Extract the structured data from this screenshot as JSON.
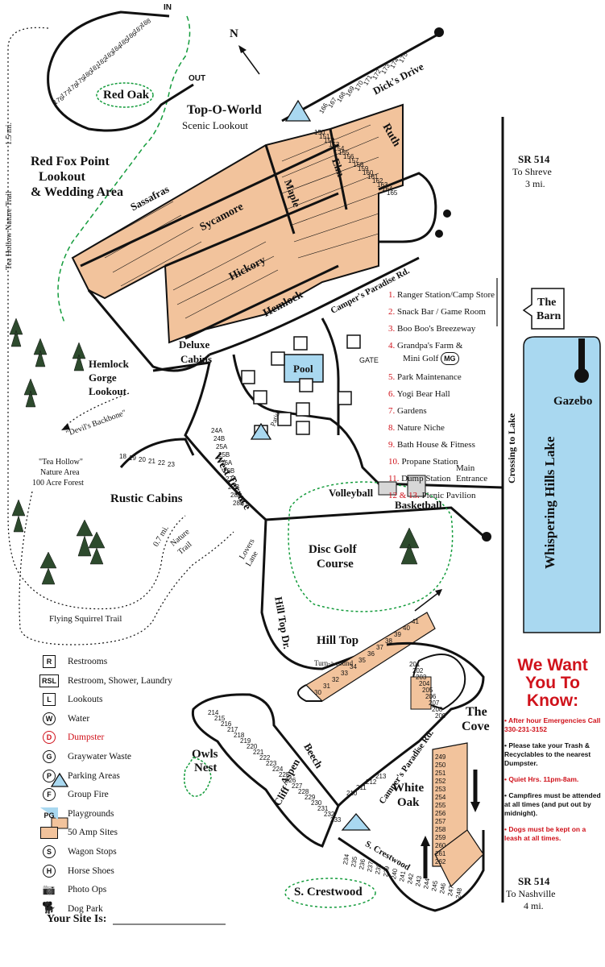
{
  "colors": {
    "sites": "#f2c39c",
    "lake": "#a9d8f0",
    "dumpster": "#d0121b",
    "trail": "#149c3c",
    "road": "#111111"
  },
  "labels": {
    "red_oak": "Red Oak",
    "top_o_world_1": "Top-O-World",
    "top_o_world_2": "Scenic Lookout",
    "red_fox_1": "Red Fox Point",
    "red_fox_2": "Lookout",
    "red_fox_3": "& Wedding Area",
    "tea_hollow_trail": "Tea Hollow Nature Trail",
    "trail_distance": "1.5 mi.",
    "sassafras": "Sassafras",
    "sycamore": "Sycamore",
    "hickory": "Hickory",
    "hemlock": "Hemlock",
    "maple": "Maple",
    "elm": "Elm",
    "ruth": "Ruth",
    "dicks_drive": "Dick's Drive",
    "campers_paradise": "Camper's Paradise Rd.",
    "campers_paradise_2": "Camper's Paradise Rd.",
    "deluxe_cabins_1": "Deluxe",
    "deluxe_cabins_2": "Cabins",
    "hemlock_gorge_1": "Hemlock",
    "hemlock_gorge_2": "Gorge",
    "hemlock_gorge_3": "Lookout",
    "devils_backbone": "\"Devil's Backbone\"",
    "tea_hollow_area_1": "\"Tea Hollow\"",
    "tea_hollow_area_2": "Nature Area",
    "tea_hollow_area_3": "100 Acre Forest",
    "rustic_cabins": "Rustic Cabins",
    "west_terrace": "West Terrace",
    "pool": "Pool",
    "gate": "GATE",
    "patio": "Patio",
    "volleyball": "Volleyball",
    "basketball": "Basketball",
    "main_entrance_1": "Main",
    "main_entrance_2": "Entrance",
    "crossing_to_lake": "Crossing to Lake",
    "whispering_hills_lake": "Whispering Hills Lake",
    "gazebo": "Gazebo",
    "the_barn_1": "The",
    "the_barn_2": "Barn",
    "sr514_north_1": "SR 514",
    "sr514_north_2": "To Shreve",
    "sr514_north_3": "3 mi.",
    "sr514_south_1": "SR 514",
    "sr514_south_2": "To Nashville",
    "sr514_south_3": "4 mi.",
    "disc_golf_1": "Disc Golf",
    "disc_golf_2": "Course",
    "lovers_lane_1": "Lovers",
    "lovers_lane_2": "Lane",
    "hill_top_dr": "Hill Top Dr.",
    "hill_top": "Hill Top",
    "turn_around": "Turn-a-round",
    "nature_trail_dist": "0.7 mi.",
    "nature_trail_1": "Nature",
    "nature_trail_2": "Trail",
    "flying_squirrel": "Flying Squirrel Trail",
    "the_cove_1": "The",
    "the_cove_2": "Cove",
    "owls_nest_1": "Owls",
    "owls_nest_2": "Nest",
    "beech": "Beech",
    "aspen": "Aspen",
    "cliff": "Cliff",
    "white_oak_1": "White",
    "white_oak_2": "Oak",
    "s_crestwood": "S. Crestwood",
    "s_crestwood_road": "S. Crestwood",
    "your_site": "Your Site Is:",
    "north": "N",
    "in": "IN",
    "out": "OUT"
  },
  "legend": [
    {
      "symbol": "R",
      "label": "Restrooms",
      "shape": "square"
    },
    {
      "symbol": "RSL",
      "label": "Restroom, Shower, Laundry",
      "shape": "square"
    },
    {
      "symbol": "L",
      "label": "Lookouts",
      "shape": "square"
    },
    {
      "symbol": "W",
      "label": "Water",
      "shape": "circle"
    },
    {
      "symbol": "D",
      "label": "Dumpster",
      "shape": "circle-red"
    },
    {
      "symbol": "G",
      "label": "Graywater Waste",
      "shape": "circle"
    },
    {
      "symbol": "P",
      "label": "Parking Areas",
      "shape": "circle"
    },
    {
      "symbol": "F",
      "label": "Group Fire",
      "shape": "circle"
    },
    {
      "symbol": "PG",
      "label": "Playgrounds",
      "shape": "triangle"
    },
    {
      "symbol": "",
      "label": "50 Amp Sites",
      "shape": "swatch"
    },
    {
      "symbol": "S",
      "label": "Wagon Stops",
      "shape": "circle"
    },
    {
      "symbol": "H",
      "label": "Horse Shoes",
      "shape": "circle"
    },
    {
      "symbol": "camera",
      "label": "Photo Ops",
      "shape": "camera-icon"
    },
    {
      "symbol": "dog",
      "label": "Dog Park",
      "shape": "dog-icon"
    }
  ],
  "facilities": [
    {
      "num": "1.",
      "label": "Ranger Station/Camp Store"
    },
    {
      "num": "2.",
      "label": "Snack Bar / Game Room"
    },
    {
      "num": "3.",
      "label": "Boo Boo's Breezeway"
    },
    {
      "num": "4.",
      "label": "Grandpa's Farm &"
    },
    {
      "num": "",
      "label": "Mini Golf"
    },
    {
      "num": "5.",
      "label": "Park Maintenance"
    },
    {
      "num": "6.",
      "label": "Yogi Bear Hall"
    },
    {
      "num": "7.",
      "label": "Gardens"
    },
    {
      "num": "8.",
      "label": "Nature Niche"
    },
    {
      "num": "9.",
      "label": "Bath House & Fitness"
    },
    {
      "num": "10.",
      "label": "Propane Station"
    },
    {
      "num": "11.",
      "label": "Dump Station"
    },
    {
      "num": "12 & 13.",
      "label": "Picnic Pavilion"
    }
  ],
  "mini_golf_badge": "MG",
  "know": {
    "title_1": "We Want",
    "title_2": "You To",
    "title_3": "Know:",
    "items": [
      "• After hour Emergencies Call 330-231-3152",
      "• Please take your Trash & Recyclables to the nearest Dumpster.",
      "• Quiet Hrs. 11pm-8am.",
      "• Campfires must be attended at all times (and put out by midnight).",
      "• Dogs must be  kept on a leash at all times."
    ]
  },
  "sites": {
    "red_oak": [
      "176",
      "177",
      "178",
      "179",
      "180",
      "181",
      "182",
      "183",
      "184",
      "185",
      "186",
      "187",
      "188"
    ],
    "dicks_drive": [
      "166",
      "167",
      "168",
      "169",
      "170",
      "171",
      "172",
      "173",
      "174",
      "175"
    ],
    "ruth_block": [
      "150",
      "151",
      "152",
      "153",
      "154",
      "155",
      "156",
      "157",
      "158",
      "159",
      "160",
      "161",
      "162",
      "163",
      "164",
      "165"
    ],
    "west_terrace": [
      "24A",
      "24B",
      "25A",
      "25B",
      "26A",
      "26B",
      "27A",
      "27B",
      "28A",
      "28B"
    ],
    "rustic_cabins": [
      "18",
      "19",
      "20",
      "21",
      "22",
      "23"
    ],
    "hill_top": [
      "30",
      "31",
      "32",
      "33",
      "34",
      "35",
      "36",
      "37",
      "38",
      "39",
      "40",
      "41"
    ],
    "cove": [
      "201",
      "202",
      "203",
      "204",
      "205",
      "206",
      "207",
      "208",
      "209"
    ],
    "campers_paradise_lower": [
      "210",
      "211",
      "212",
      "213"
    ],
    "beech_loop": [
      "214",
      "215",
      "216",
      "217",
      "218",
      "219",
      "220",
      "221",
      "222",
      "223",
      "224",
      "225",
      "226",
      "227",
      "228",
      "229",
      "230",
      "231",
      "232",
      "233"
    ],
    "crestwood": [
      "234",
      "235",
      "236",
      "237",
      "238",
      "239",
      "240",
      "241",
      "242",
      "243",
      "244",
      "245",
      "246",
      "247",
      "248"
    ],
    "white_oak": [
      "249",
      "250",
      "251",
      "252",
      "253",
      "254",
      "255",
      "256",
      "257",
      "258",
      "259",
      "260",
      "261",
      "262"
    ]
  }
}
